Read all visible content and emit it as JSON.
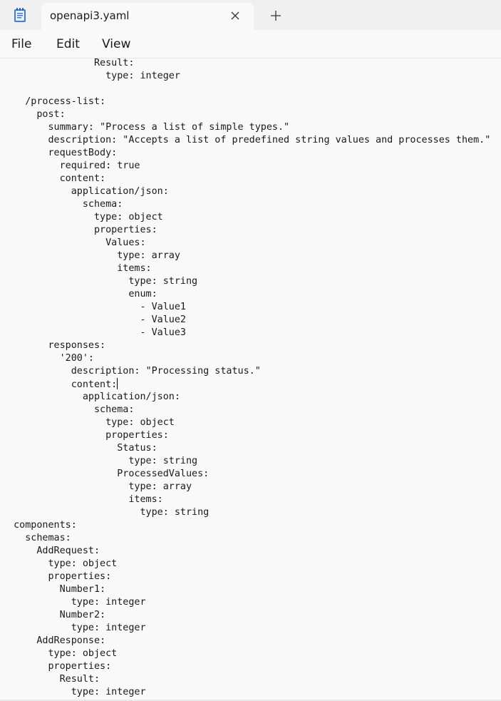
{
  "tab": {
    "title": "openapi3.yaml"
  },
  "icons": {
    "app": "notepad-icon",
    "close": "close-icon",
    "new_tab": "plus-icon"
  },
  "menu": {
    "file": "File",
    "edit": "Edit",
    "view": "View"
  },
  "editor": {
    "caret_line": 25,
    "lines": [
      "                Result:",
      "                  type: integer",
      "",
      "    /process-list:",
      "      post:",
      "        summary: \"Process a list of simple types.\"",
      "        description: \"Accepts a list of predefined string values and processes them.\"",
      "        requestBody:",
      "          required: true",
      "          content:",
      "            application/json:",
      "              schema:",
      "                type: object",
      "                properties:",
      "                  Values:",
      "                    type: array",
      "                    items:",
      "                      type: string",
      "                      enum:",
      "                        - Value1",
      "                        - Value2",
      "                        - Value3",
      "        responses:",
      "          '200':",
      "            description: \"Processing status.\"",
      "            content:",
      "              application/json:",
      "                schema:",
      "                  type: object",
      "                  properties:",
      "                    Status:",
      "                      type: string",
      "                    ProcessedValues:",
      "                      type: array",
      "                      items:",
      "                        type: string",
      "  components:",
      "    schemas:",
      "      AddRequest:",
      "        type: object",
      "        properties:",
      "          Number1:",
      "            type: integer",
      "          Number2:",
      "            type: integer",
      "      AddResponse:",
      "        type: object",
      "        properties:",
      "          Result:",
      "            type: integer"
    ]
  }
}
